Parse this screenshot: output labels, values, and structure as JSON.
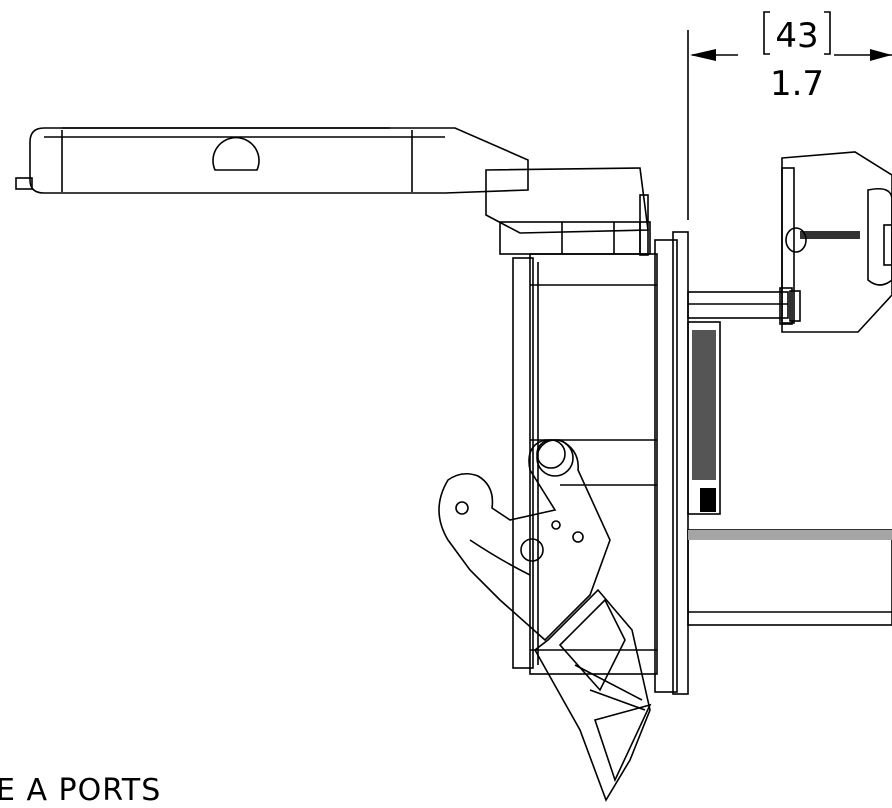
{
  "dimension": {
    "metric": "43",
    "imperial": "1.7"
  },
  "caption": "E A PORTS",
  "colors": {
    "background": "#ffffff",
    "outline": "#000000",
    "light_part": "#e6e8ef",
    "mid_part": "#9a9a9a",
    "dark_part": "#444444"
  }
}
